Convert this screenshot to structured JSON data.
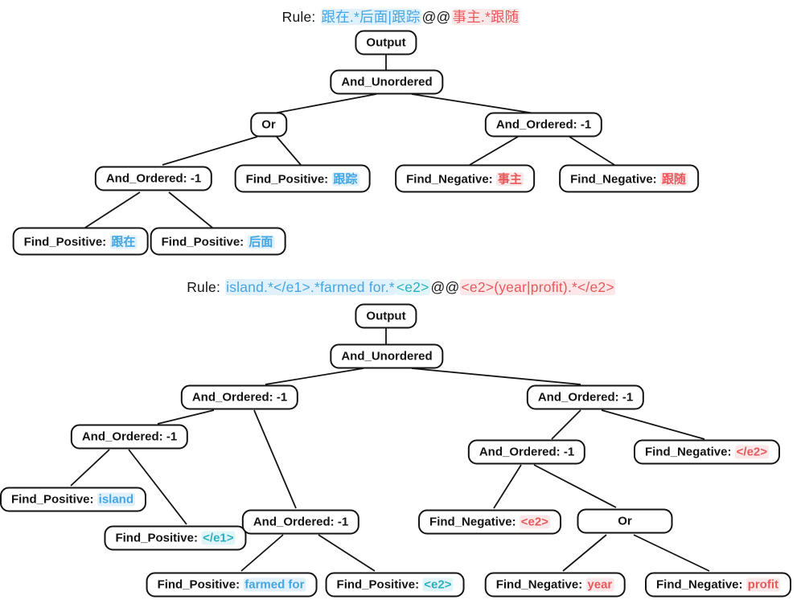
{
  "colors": {
    "positive_blue": "#45a6e4",
    "tag_teal": "#2cb0bf",
    "negative_red": "#e8595c",
    "blue_highlight": "#e1f1fc",
    "teal_highlight": "#e0f5f7",
    "red_highlight": "#fce8e8",
    "node_border": "#141414",
    "text": "#141414"
  },
  "trees": [
    {
      "title": {
        "segments": [
          {
            "text": "Rule: ",
            "tone": "black"
          },
          {
            "text": "跟在.*后面|跟踪",
            "tone": "blue"
          },
          {
            "text": "@@",
            "tone": "black"
          },
          {
            "text": "事主.*跟随",
            "tone": "red"
          }
        ]
      },
      "nodes": [
        {
          "label": "Output"
        },
        {
          "label": "And_Unordered"
        },
        {
          "label": "Or"
        },
        {
          "label": "And_Ordered: -1"
        },
        {
          "label": "And_Ordered: -1"
        },
        {
          "prefix": "Find_Positive: ",
          "value": "跟踪",
          "tone": "blue"
        },
        {
          "prefix": "Find_Negative: ",
          "value": "事主",
          "tone": "red"
        },
        {
          "prefix": "Find_Negative: ",
          "value": "跟随",
          "tone": "red"
        },
        {
          "prefix": "Find_Positive: ",
          "value": "跟在",
          "tone": "blue"
        },
        {
          "prefix": "Find_Positive: ",
          "value": "后面",
          "tone": "blue"
        }
      ],
      "edges": [
        [
          0,
          1
        ],
        [
          1,
          2
        ],
        [
          1,
          3
        ],
        [
          2,
          4
        ],
        [
          2,
          5
        ],
        [
          3,
          6
        ],
        [
          3,
          7
        ],
        [
          4,
          8
        ],
        [
          4,
          9
        ]
      ]
    },
    {
      "title": {
        "segments": [
          {
            "text": "Rule: ",
            "tone": "black"
          },
          {
            "text": "island.*</e1>.*farmed for.*",
            "tone": "blue"
          },
          {
            "text": "<e2>",
            "tone": "teal"
          },
          {
            "text": "@@",
            "tone": "black"
          },
          {
            "text": "<e2>(year|profit).*</e2>",
            "tone": "red"
          }
        ]
      },
      "nodes": [
        {
          "label": "Output"
        },
        {
          "label": "And_Unordered"
        },
        {
          "label": "And_Ordered: -1"
        },
        {
          "label": "And_Ordered: -1"
        },
        {
          "label": "And_Ordered: -1"
        },
        {
          "label": "And_Ordered: -1"
        },
        {
          "prefix": "Find_Negative: ",
          "value": "</e2>",
          "tone": "red"
        },
        {
          "prefix": "Find_Positive: ",
          "value": "island",
          "tone": "blue"
        },
        {
          "prefix": "Find_Positive: ",
          "value": "</e1>",
          "tone": "teal"
        },
        {
          "label": "And_Ordered: -1"
        },
        {
          "prefix": "Find_Negative: ",
          "value": "<e2>",
          "tone": "red"
        },
        {
          "label": "Or"
        },
        {
          "prefix": "Find_Positive: ",
          "value": "farmed for",
          "tone": "blue"
        },
        {
          "prefix": "Find_Positive: ",
          "value": "<e2>",
          "tone": "teal"
        },
        {
          "prefix": "Find_Negative: ",
          "value": "year",
          "tone": "red"
        },
        {
          "prefix": "Find_Negative: ",
          "value": "profit",
          "tone": "red"
        }
      ],
      "edges": [
        [
          0,
          1
        ],
        [
          1,
          2
        ],
        [
          1,
          3
        ],
        [
          2,
          4
        ],
        [
          2,
          9
        ],
        [
          4,
          7
        ],
        [
          4,
          8
        ],
        [
          9,
          12
        ],
        [
          9,
          13
        ],
        [
          3,
          5
        ],
        [
          3,
          6
        ],
        [
          5,
          10
        ],
        [
          5,
          11
        ],
        [
          11,
          14
        ],
        [
          11,
          15
        ]
      ]
    }
  ]
}
